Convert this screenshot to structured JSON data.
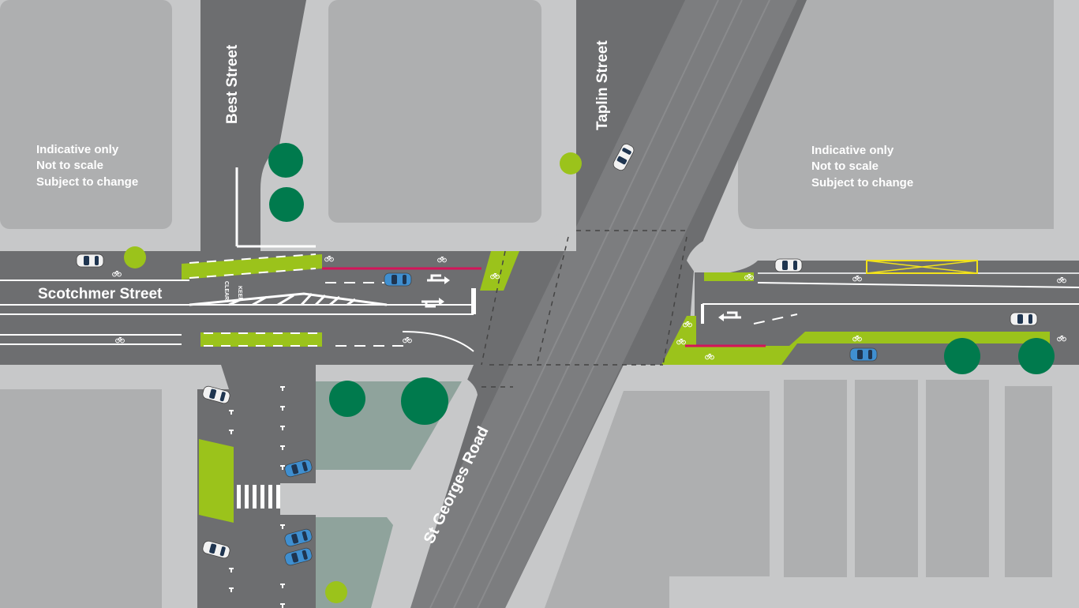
{
  "streets": {
    "scotchmer": "Scotchmer Street",
    "best": "Best Street",
    "taplin": "Taplin Street",
    "st_georges": "St Georges Road"
  },
  "disclaimer_left": [
    "Indicative only",
    "Not to scale",
    "Subject to change"
  ],
  "disclaimer_right": [
    "Indicative only",
    "Not to scale",
    "Subject to change"
  ],
  "pavement_marking": {
    "line1": "KEEP",
    "line2": "CLEAR"
  },
  "colors": {
    "block": "#aeafb0",
    "footpath": "#c7c8c9",
    "road": "#6d6e70",
    "tram_corridor": "#7c7d7f",
    "bike_lane": "#9bc31b",
    "bike_box_red": "#d4145a",
    "tree": "#007a4d",
    "small_tree": "#9bc31b",
    "plaza": "#8fa39c",
    "car_blue": "#3f8fd0",
    "car_white": "#f2f2f2",
    "yellow_box": "#f2e21b",
    "marking": "#ffffff"
  },
  "icons": [
    "bicycle-icon",
    "turn-arrow-icon",
    "tree-icon",
    "car-icon"
  ]
}
